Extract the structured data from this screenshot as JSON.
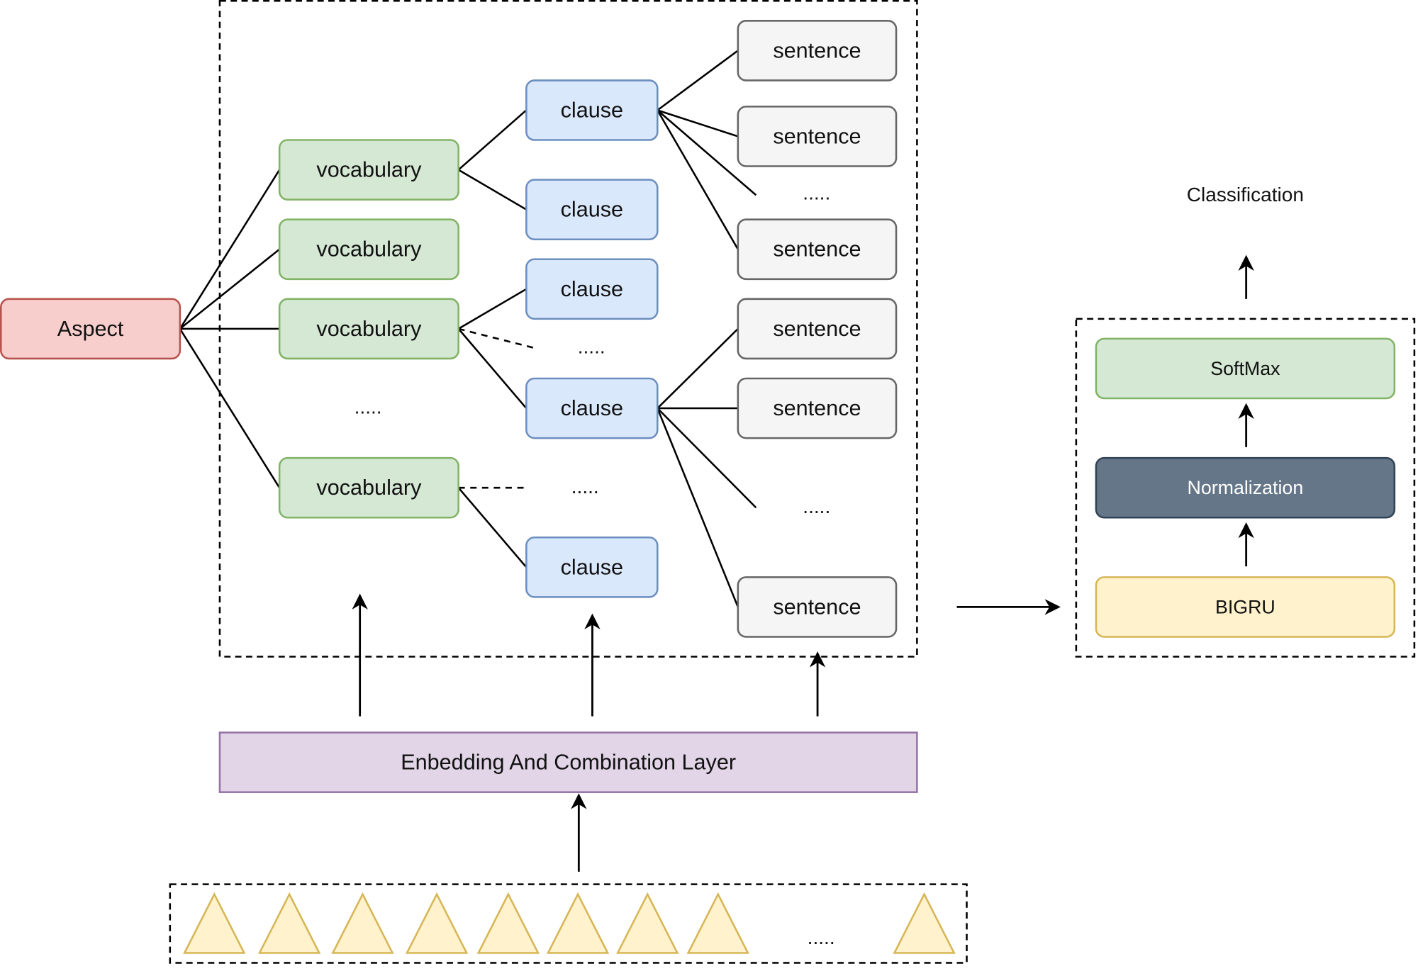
{
  "diagram": {
    "aspect": {
      "label": "Aspect"
    },
    "vocabulary": [
      {
        "label": "vocabulary"
      },
      {
        "label": "vocabulary"
      },
      {
        "label": "vocabulary"
      },
      {
        "label": "vocabulary"
      }
    ],
    "vocabulary_ellipsis": ".....",
    "clauses": [
      {
        "label": "clause"
      },
      {
        "label": "clause"
      },
      {
        "label": "clause"
      },
      {
        "label": "clause"
      },
      {
        "label": "clause"
      }
    ],
    "clause_ellipsis": [
      ".....",
      "....."
    ],
    "sentences": [
      {
        "label": "sentence"
      },
      {
        "label": "sentence"
      },
      {
        "label": "sentence"
      },
      {
        "label": "sentence"
      },
      {
        "label": "sentence"
      },
      {
        "label": "sentence"
      }
    ],
    "sentence_ellipsis": [
      ".....",
      "....."
    ],
    "embedding_layer": {
      "label": "Enbedding And Combination Layer"
    },
    "input_tokens": {
      "count_shown": 9,
      "ellipsis": "....."
    },
    "classifier": {
      "output_label": "Classification",
      "layers": [
        {
          "label": "SoftMax"
        },
        {
          "label": "Normalization"
        },
        {
          "label": "BIGRU"
        }
      ]
    },
    "colors": {
      "aspect_fill": "#f8cecc",
      "aspect_stroke": "#b85450",
      "vocab_fill": "#d5e8d4",
      "vocab_stroke": "#82b366",
      "clause_fill": "#dae8fc",
      "clause_stroke": "#6c8ebf",
      "sentence_fill": "#f5f5f5",
      "sentence_stroke": "#666666",
      "embedding_fill": "#e1d5e7",
      "embedding_stroke": "#9673a6",
      "token_fill": "#fff2cc",
      "token_stroke": "#d6b656",
      "softmax_fill": "#d5e8d4",
      "softmax_stroke": "#82b366",
      "norm_fill": "#647687",
      "norm_stroke": "#314354",
      "bigru_fill": "#fff2cc",
      "bigru_stroke": "#d6b656"
    }
  }
}
